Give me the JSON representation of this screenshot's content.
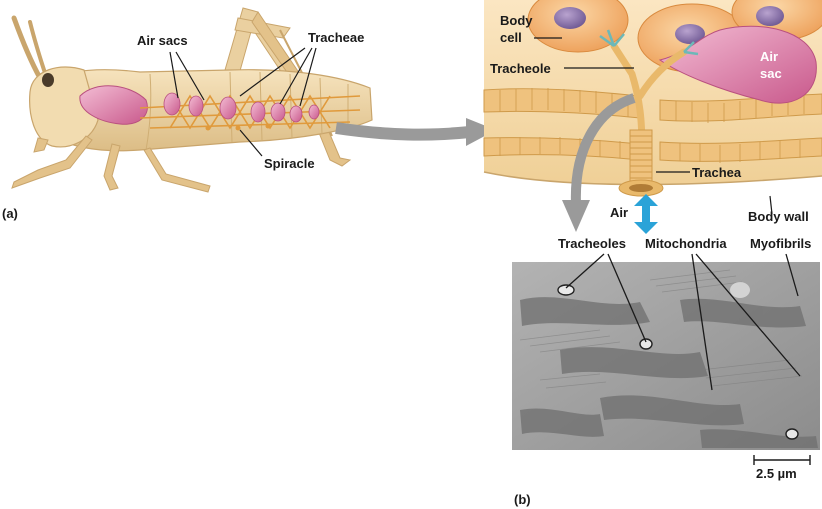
{
  "panel_a": {
    "tag": "(a)",
    "labels": {
      "air_sacs": "Air sacs",
      "tracheae": "Tracheae",
      "spiracle": "Spiracle"
    }
  },
  "panel_b": {
    "tag": "(b)",
    "labels": {
      "body_cell_line1": "Body",
      "body_cell_line2": "cell",
      "air_sac_line1": "Air",
      "air_sac_line2": "sac",
      "tracheole": "Tracheole",
      "trachea": "Trachea",
      "air": "Air",
      "body_wall": "Body wall",
      "tracheoles": "Tracheoles",
      "mitochondria": "Mitochondria",
      "myofibrils": "Myofibrils",
      "scale_bar": "2.5 µm"
    }
  },
  "colors": {
    "body_tan": "#eed5a6",
    "air_sac_pink": "#e4a0c0",
    "trachea_orange": "#e5b35f",
    "arrow_gray": "#9a9a9a",
    "air_arrow_blue": "#2aa3d8",
    "micrograph_gray": "#9b9b9b"
  }
}
